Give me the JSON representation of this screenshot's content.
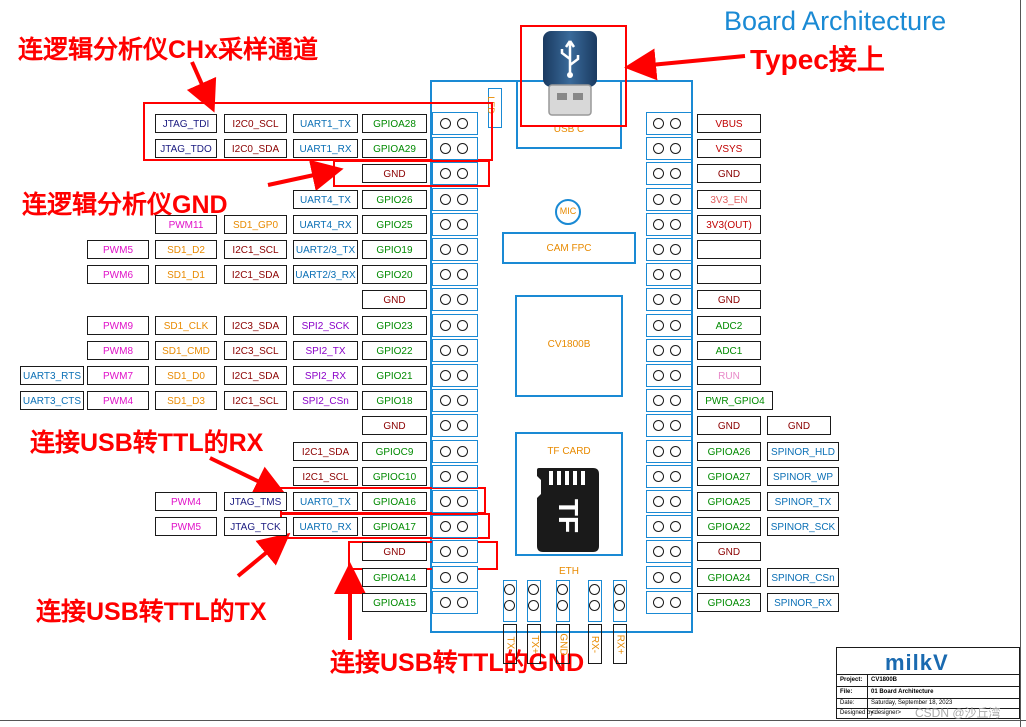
{
  "title": "Board Architecture",
  "annotations": {
    "logic_chx": "连逻辑分析仪CHx采样通道",
    "typec": "Typec接上",
    "logic_gnd": "连逻辑分析仪GND",
    "usb_rx": "连接USB转TTL的RX",
    "usb_tx": "连接USB转TTL的TX",
    "usb_gnd": "连接USB转TTL的GND"
  },
  "board": {
    "usb_c": "USB C",
    "led": "LED",
    "mic": "MIC",
    "cam_fpc": "CAM FPC",
    "soc": "CV1800B",
    "tf_card": "TF CARD",
    "tf_logo": "TF",
    "eth": "ETH",
    "eth_pins": [
      "TX-",
      "TX+",
      "GND",
      "RX-",
      "RX+"
    ]
  },
  "left_rows": [
    {
      "cells": [
        "JTAG_TDI",
        "I2C0_SCL",
        "UART1_TX",
        "GPIOA28"
      ]
    },
    {
      "cells": [
        "JTAG_TDO",
        "I2C0_SDA",
        "UART1_RX",
        "GPIOA29"
      ]
    },
    {
      "cells": [
        "GND"
      ]
    },
    {
      "cells": [
        "UART4_TX",
        "GPIO26"
      ]
    },
    {
      "cells": [
        "PWM11",
        "SD1_GP0",
        "UART4_RX",
        "GPIO25"
      ]
    },
    {
      "cells": [
        "PWM5",
        "SD1_D2",
        "I2C1_SCL",
        "UART2/3_TX",
        "GPIO19"
      ]
    },
    {
      "cells": [
        "PWM6",
        "SD1_D1",
        "I2C1_SDA",
        "UART2/3_RX",
        "GPIO20"
      ]
    },
    {
      "cells": [
        "GND"
      ]
    },
    {
      "cells": [
        "PWM9",
        "SD1_CLK",
        "I2C3_SDA",
        "SPI2_SCK",
        "GPIO23"
      ]
    },
    {
      "cells": [
        "PWM8",
        "SD1_CMD",
        "I2C3_SCL",
        "SPI2_TX",
        "GPIO22"
      ]
    },
    {
      "cells": [
        "UART3_RTS",
        "PWM7",
        "SD1_D0",
        "I2C1_SDA",
        "SPI2_RX",
        "GPIO21"
      ]
    },
    {
      "cells": [
        "UART3_CTS",
        "PWM4",
        "SD1_D3",
        "I2C1_SCL",
        "SPI2_CSn",
        "GPIO18"
      ]
    },
    {
      "cells": [
        "GND"
      ]
    },
    {
      "cells": [
        "I2C1_SDA",
        "GPIOC9"
      ]
    },
    {
      "cells": [
        "I2C1_SCL",
        "GPIOC10"
      ]
    },
    {
      "cells": [
        "PWM4",
        "JTAG_TMS",
        "UART0_TX",
        "GPIOA16"
      ]
    },
    {
      "cells": [
        "PWM5",
        "JTAG_TCK",
        "UART0_RX",
        "GPIOA17"
      ]
    },
    {
      "cells": [
        "GND"
      ]
    },
    {
      "cells": [
        "GPIOA14"
      ]
    },
    {
      "cells": [
        "GPIOA15"
      ]
    }
  ],
  "right_rows": [
    {
      "cells": [
        "VBUS"
      ]
    },
    {
      "cells": [
        "VSYS"
      ]
    },
    {
      "cells": [
        "GND"
      ]
    },
    {
      "cells": [
        "3V3_EN"
      ]
    },
    {
      "cells": [
        "3V3(OUT)"
      ]
    },
    {
      "cells": [
        ""
      ]
    },
    {
      "cells": [
        ""
      ]
    },
    {
      "cells": [
        "GND"
      ]
    },
    {
      "cells": [
        "ADC2"
      ]
    },
    {
      "cells": [
        "ADC1"
      ]
    },
    {
      "cells": [
        "RUN"
      ]
    },
    {
      "cells": [
        "PWR_GPIO4"
      ]
    },
    {
      "cells": [
        "GND",
        "GND"
      ]
    },
    {
      "cells": [
        "GPIOA26",
        "SPINOR_HLD"
      ]
    },
    {
      "cells": [
        "GPIOA27",
        "SPINOR_WP"
      ]
    },
    {
      "cells": [
        "GPIOA25",
        "SPINOR_TX"
      ]
    },
    {
      "cells": [
        "GPIOA22",
        "SPINOR_SCK"
      ]
    },
    {
      "cells": [
        "GND"
      ]
    },
    {
      "cells": [
        "GPIOA24",
        "SPINOR_CSn"
      ]
    },
    {
      "cells": [
        "GPIOA23",
        "SPINOR_RX"
      ]
    }
  ],
  "title_block": {
    "logo": "milkV",
    "project_label": "Project:",
    "project_value": "CV1800B",
    "file_label": "File:",
    "file_value": "01 Board Architecture",
    "date_label": "Date:",
    "date_value": "Saturday, September 18, 2023",
    "designed_label": "Designed by:",
    "designed_value": "<designer>"
  },
  "watermark": "CSDN @沙丘湾",
  "colors": {
    "annotation": "#ff0000",
    "board_outline": "#1a8ad4"
  }
}
